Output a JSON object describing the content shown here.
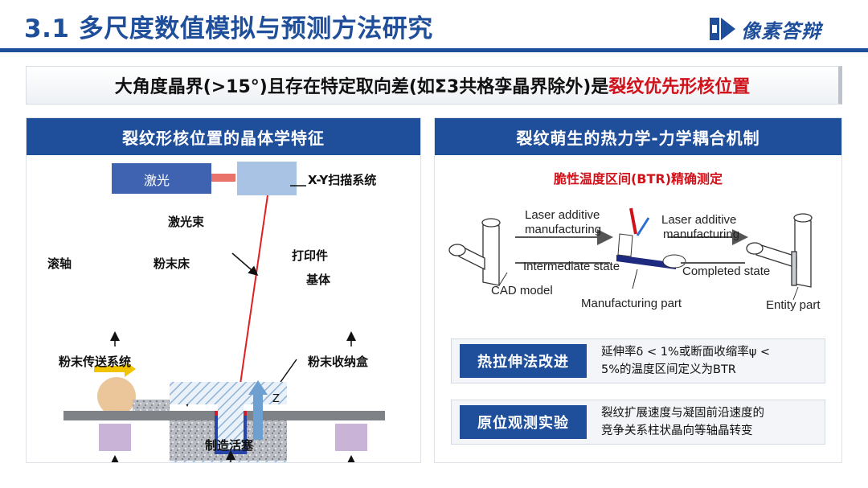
{
  "header": {
    "title": "3.1 多尺度数值模拟与预测方法研究",
    "logo_text": "像素答辩"
  },
  "key_point": {
    "prefix": "大角度晶界(>15°)且存在特定取向差(如Σ3共格孪晶界除外)是",
    "highlight": "裂纹优先形核位置"
  },
  "left_panel": {
    "title": "裂纹形核位置的晶体学特征",
    "labels": {
      "laser": "激光",
      "scanner": "X-Y扫描系统",
      "beam": "激光束",
      "roller": "滚轴",
      "powder_bed": "粉末床",
      "printed_part": "打印件",
      "substrate": "基体",
      "powder_feed": "粉末传送系统",
      "powder_collector": "粉末收纳盒",
      "piston": "制造活塞",
      "axis_z": "Z"
    }
  },
  "right_panel": {
    "title": "裂纹萌生的热力学-力学耦合机制",
    "subtitle": "脆性温度区间(BTR)精确测定",
    "process": {
      "laser1": "Laser additive",
      "manuf1": "manufacturing",
      "laser2": "Laser additive",
      "manuf2": "manufacturing",
      "intermediate": "Intermediate state",
      "completed": "Completed state",
      "cad": "CAD model",
      "manufacturing_part": "Manufacturing part",
      "entity": "Entity part"
    },
    "methods": [
      {
        "tag": "热拉伸法改进",
        "line1": "延伸率δ < 1%或断面收缩率ψ <",
        "line2": "5%的温度区间定义为BTR"
      },
      {
        "tag": "原位观测实验",
        "line1": "裂纹扩展速度与凝固前沿速度的",
        "line2": "竞争关系柱状晶向等轴晶转变"
      }
    ]
  },
  "colors": {
    "brand_blue": "#1f4e9a",
    "highlight_red": "#d0121b"
  }
}
